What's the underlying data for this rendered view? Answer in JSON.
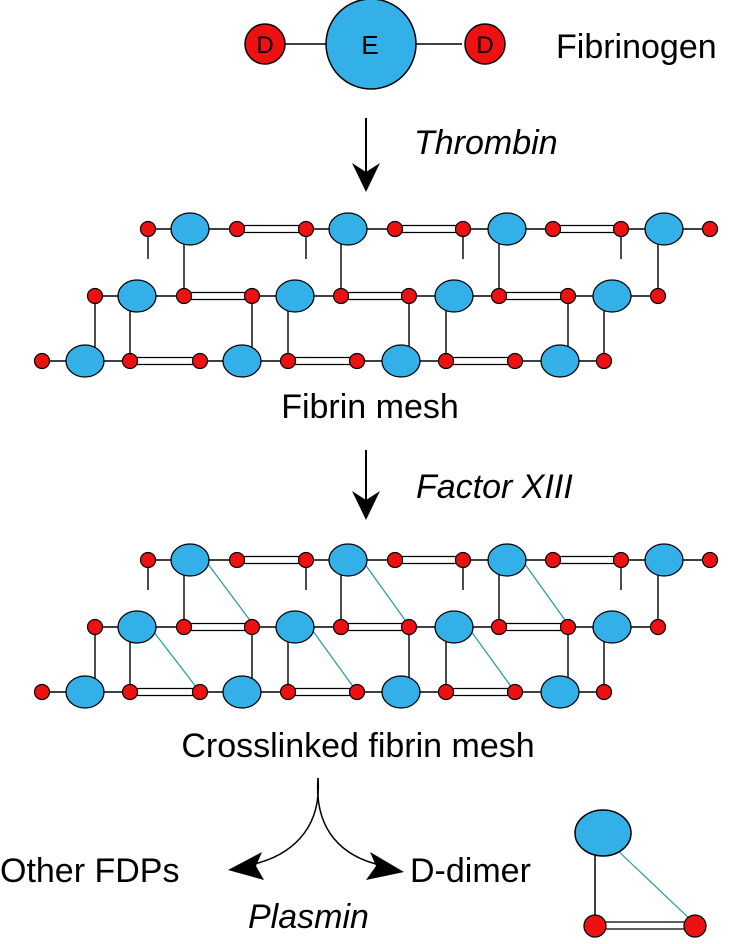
{
  "fibrinogen": {
    "label": "Fibrinogen",
    "domain_e": "E",
    "domain_d_left": "D",
    "domain_d_right": "D"
  },
  "steps": {
    "thrombin": "Thrombin",
    "factor_xiii": "Factor XIII",
    "plasmin": "Plasmin"
  },
  "meshes": {
    "fibrin": "Fibrin mesh",
    "crosslinked": "Crosslinked fibrin mesh"
  },
  "products": {
    "other_fdps": "Other FDPs",
    "d_dimer": "D-dimer"
  },
  "colors": {
    "e_domain": "#33b0e8",
    "d_domain": "#ee1111",
    "outline": "#000000",
    "crosslink": "#1a9e9e"
  }
}
